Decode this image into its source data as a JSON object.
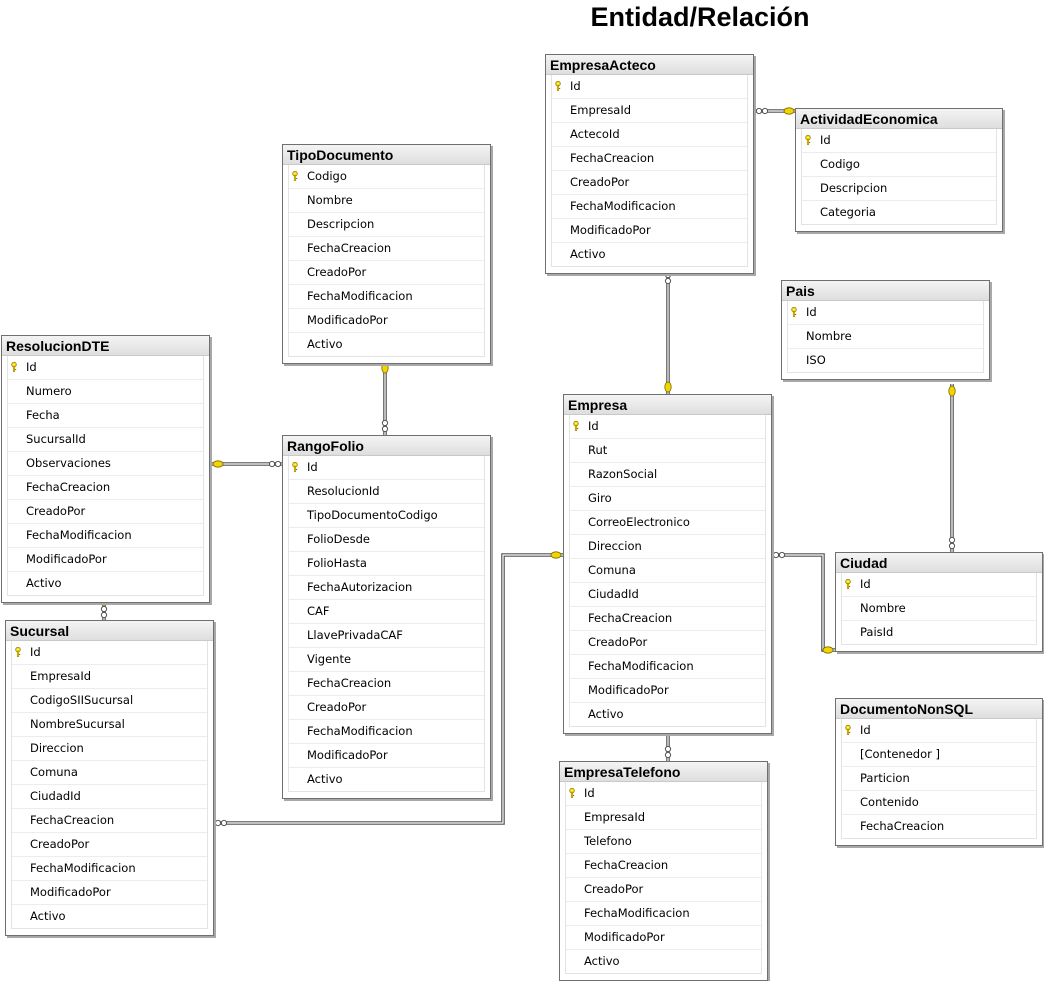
{
  "diagram": {
    "title": "Entidad/Relación"
  },
  "tables": [
    {
      "id": "empresa_acteco",
      "name": "EmpresaActeco",
      "pk": "Id",
      "columns": [
        "Id",
        "EmpresaId",
        "ActecoId",
        "FechaCreacion",
        "CreadoPor",
        "FechaModificacion",
        "ModificadoPor",
        "Activo"
      ]
    },
    {
      "id": "actividad_economica",
      "name": "ActividadEconomica",
      "pk": "Id",
      "columns": [
        "Id",
        "Codigo",
        "Descripcion",
        "Categoria"
      ]
    },
    {
      "id": "tipo_documento",
      "name": "TipoDocumento",
      "pk": "Codigo",
      "columns": [
        "Codigo",
        "Nombre",
        "Descripcion",
        "FechaCreacion",
        "CreadoPor",
        "FechaModificacion",
        "ModificadoPor",
        "Activo"
      ]
    },
    {
      "id": "pais",
      "name": "Pais",
      "pk": "Id",
      "columns": [
        "Id",
        "Nombre",
        "ISO"
      ]
    },
    {
      "id": "resolucion_dte",
      "name": "ResolucionDTE",
      "pk": "Id",
      "columns": [
        "Id",
        "Numero",
        "Fecha",
        "SucursalId",
        "Observaciones",
        "FechaCreacion",
        "CreadoPor",
        "FechaModificacion",
        "ModificadoPor",
        "Activo"
      ]
    },
    {
      "id": "rango_folio",
      "name": "RangoFolio",
      "pk": "Id",
      "columns": [
        "Id",
        "ResolucionId",
        "TipoDocumentoCodigo",
        "FolioDesde",
        "FolioHasta",
        "FechaAutorizacion",
        "CAF",
        "LlavePrivadaCAF",
        "Vigente",
        "FechaCreacion",
        "CreadoPor",
        "FechaModificacion",
        "ModificadoPor",
        "Activo"
      ]
    },
    {
      "id": "empresa",
      "name": "Empresa",
      "pk": "Id",
      "columns": [
        "Id",
        "Rut",
        "RazonSocial",
        "Giro",
        "CorreoElectronico",
        "Direccion",
        "Comuna",
        "CiudadId",
        "FechaCreacion",
        "CreadoPor",
        "FechaModificacion",
        "ModificadoPor",
        "Activo"
      ]
    },
    {
      "id": "ciudad",
      "name": "Ciudad",
      "pk": "Id",
      "columns": [
        "Id",
        "Nombre",
        "PaisId"
      ]
    },
    {
      "id": "sucursal",
      "name": "Sucursal",
      "pk": "Id",
      "columns": [
        "Id",
        "EmpresaId",
        "CodigoSIISucursal",
        "NombreSucursal",
        "Direccion",
        "Comuna",
        "CiudadId",
        "FechaCreacion",
        "CreadoPor",
        "FechaModificacion",
        "ModificadoPor",
        "Activo"
      ]
    },
    {
      "id": "documento_non_sql",
      "name": "DocumentoNonSQL",
      "pk": "Id",
      "columns": [
        "Id",
        "[Contenedor ]",
        "Particion",
        "Contenido",
        "FechaCreacion"
      ]
    },
    {
      "id": "empresa_telefono",
      "name": "EmpresaTelefono",
      "pk": "Id",
      "columns": [
        "Id",
        "EmpresaId",
        "Telefono",
        "FechaCreacion",
        "CreadoPor",
        "FechaModificacion",
        "ModificadoPor",
        "Activo"
      ]
    }
  ],
  "relationships": [
    {
      "from": "EmpresaActeco",
      "to": "ActividadEconomica"
    },
    {
      "from": "EmpresaActeco",
      "to": "Empresa"
    },
    {
      "from": "RangoFolio",
      "to": "TipoDocumento"
    },
    {
      "from": "RangoFolio",
      "to": "ResolucionDTE"
    },
    {
      "from": "ResolucionDTE",
      "to": "Sucursal"
    },
    {
      "from": "Sucursal",
      "to": "Empresa"
    },
    {
      "from": "Empresa",
      "to": "Ciudad"
    },
    {
      "from": "Ciudad",
      "to": "Pais"
    },
    {
      "from": "EmpresaTelefono",
      "to": "Empresa"
    }
  ],
  "colors": {
    "key": "#f2d400",
    "line": "#555555",
    "header": "#e6e6e6"
  }
}
